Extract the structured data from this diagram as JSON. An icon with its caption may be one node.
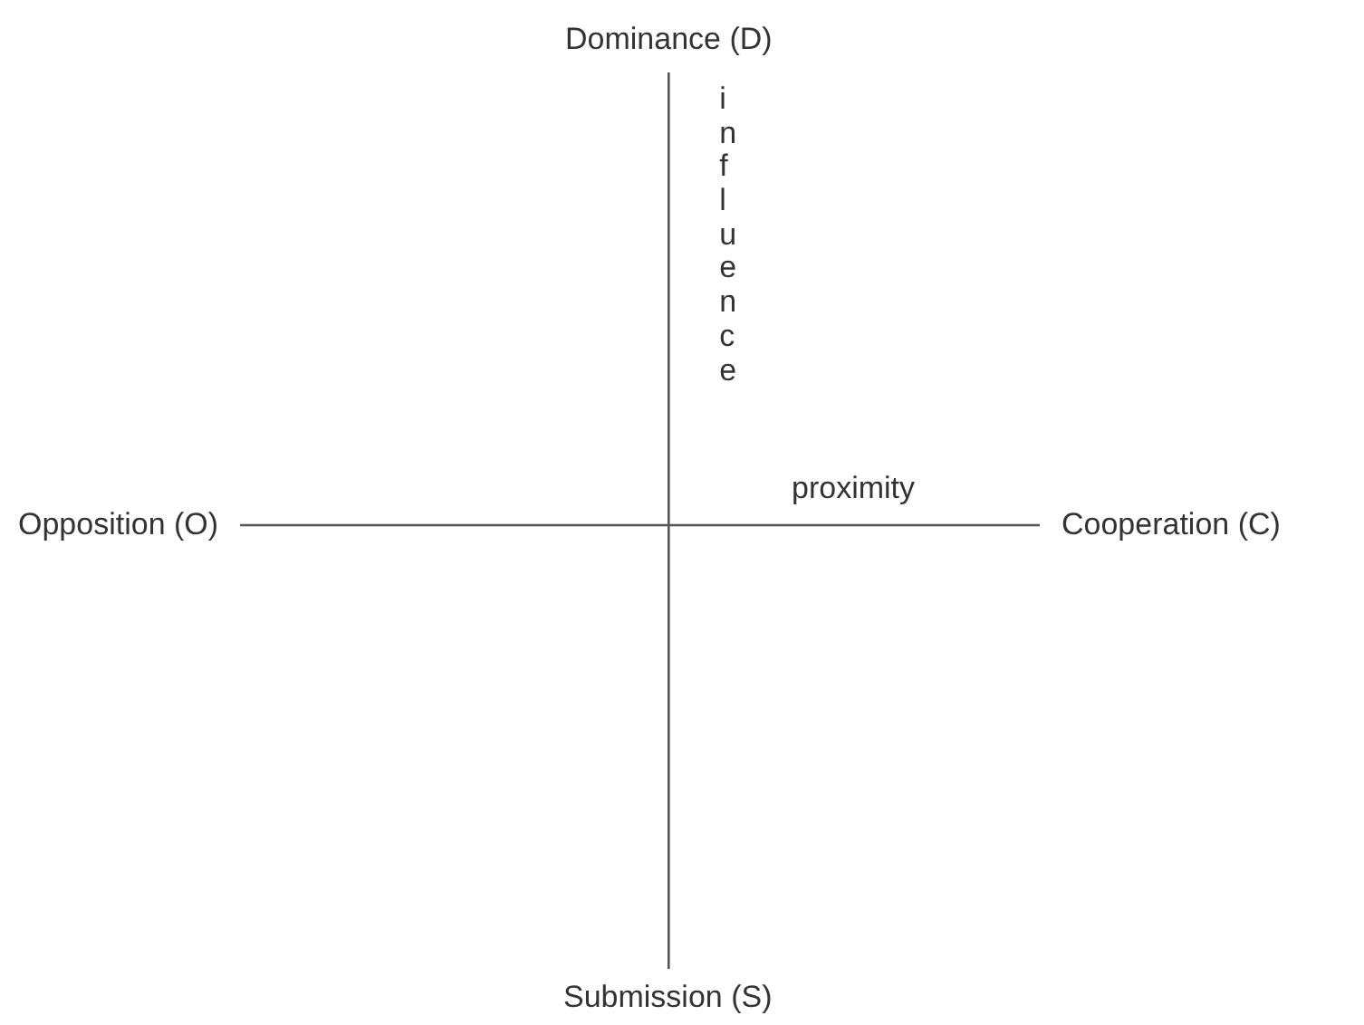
{
  "diagram": {
    "nodes": [
      {
        "text": [
          "Dominance (D)"
        ]
      },
      {
        "text": [
          "Opposition (O)"
        ]
      },
      {
        "text": [
          "Cooperation (C)"
        ]
      },
      {
        "text": [
          "Submission (S)"
        ]
      }
    ],
    "edges": [
      {
        "from": 0,
        "to": 3,
        "arrow": "none",
        "label": "influence"
      },
      {
        "from": 1,
        "to": 2,
        "arrow": "none",
        "label": "proximity"
      }
    ]
  }
}
